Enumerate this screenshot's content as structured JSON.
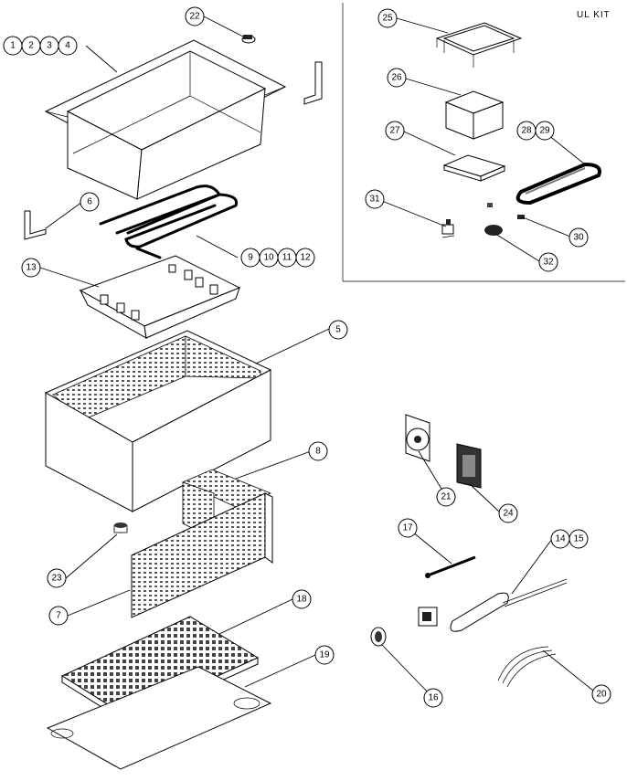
{
  "kit_label": "UL  KIT",
  "callouts": [
    {
      "id": "c1",
      "label": "1"
    },
    {
      "id": "c2",
      "label": "2"
    },
    {
      "id": "c3",
      "label": "3"
    },
    {
      "id": "c4",
      "label": "4"
    },
    {
      "id": "c5",
      "label": "5"
    },
    {
      "id": "c6",
      "label": "6"
    },
    {
      "id": "c7",
      "label": "7"
    },
    {
      "id": "c8",
      "label": "8"
    },
    {
      "id": "c9",
      "label": "9"
    },
    {
      "id": "c10",
      "label": "10"
    },
    {
      "id": "c11",
      "label": "11"
    },
    {
      "id": "c12",
      "label": "12"
    },
    {
      "id": "c13",
      "label": "13"
    },
    {
      "id": "c14",
      "label": "14"
    },
    {
      "id": "c15",
      "label": "15"
    },
    {
      "id": "c16",
      "label": "16"
    },
    {
      "id": "c17",
      "label": "17"
    },
    {
      "id": "c18",
      "label": "18"
    },
    {
      "id": "c19",
      "label": "19"
    },
    {
      "id": "c20",
      "label": "20"
    },
    {
      "id": "c21",
      "label": "21"
    },
    {
      "id": "c22",
      "label": "22"
    },
    {
      "id": "c23",
      "label": "23"
    },
    {
      "id": "c24",
      "label": "24"
    },
    {
      "id": "c25",
      "label": "25"
    },
    {
      "id": "c26",
      "label": "26"
    },
    {
      "id": "c27",
      "label": "27"
    },
    {
      "id": "c28",
      "label": "28"
    },
    {
      "id": "c29",
      "label": "29"
    },
    {
      "id": "c30",
      "label": "30"
    },
    {
      "id": "c31",
      "label": "31"
    },
    {
      "id": "c32",
      "label": "32"
    }
  ]
}
